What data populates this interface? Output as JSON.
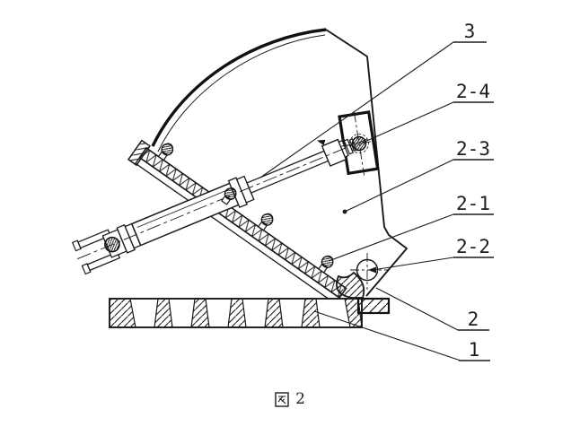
{
  "figure": {
    "caption_text": "图 2",
    "caption_number": "2"
  },
  "callouts": [
    {
      "text": "3"
    },
    {
      "text": "2-4"
    },
    {
      "text": "2-3"
    },
    {
      "text": "2-1"
    },
    {
      "text": "2-2"
    },
    {
      "text": "2"
    },
    {
      "text": "1"
    }
  ],
  "colors": {
    "line": "#1a1a1a",
    "background": "#ffffff"
  }
}
